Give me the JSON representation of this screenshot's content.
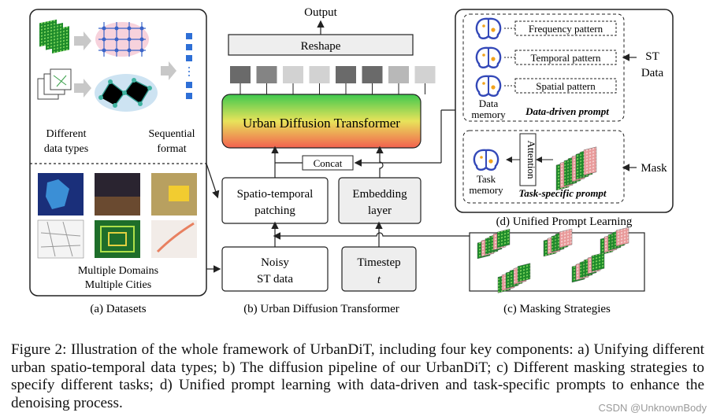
{
  "panels": {
    "a": {
      "label": "(a) Datasets",
      "different_data_types": [
        "Different",
        "data types"
      ],
      "sequential_format": [
        "Sequential",
        "format"
      ],
      "multiple": [
        "Multiple Domains",
        "Multiple Cities"
      ]
    },
    "b": {
      "label": "(b) Urban Diffusion Transformer",
      "output": "Output",
      "reshape": "Reshape",
      "transformer": "Urban Diffusion Transformer",
      "concat": "Concat",
      "patching": [
        "Spatio-temporal",
        "patching"
      ],
      "embedding": [
        "Embedding",
        "layer"
      ],
      "noisy": [
        "Noisy",
        "ST data"
      ],
      "timestep": [
        "Timestep",
        "t"
      ]
    },
    "c": {
      "label": "(c) Masking Strategies"
    },
    "d": {
      "label": "(d) Unified Prompt Learning",
      "patterns": [
        "Frequency pattern",
        "Temporal pattern",
        "Spatial pattern"
      ],
      "data_memory": [
        "Data",
        "memory"
      ],
      "data_driven_prompt": "Data-driven prompt",
      "st_data": [
        "ST",
        "Data"
      ],
      "attention": "Attention",
      "task_memory": [
        "Task",
        "memory"
      ],
      "task_specific_prompt": "Task-specific prompt",
      "mask": "Mask"
    }
  },
  "caption": "Figure 2: Illustration of the whole framework of UrbanDiT, including four key components: a) Unifying different urban spatio-temporal data types; b) The diffusion pipeline of our UrbanDiT; c) Different masking strategies to specify different tasks; d) Unified prompt learning with data-driven and task-specific prompts to enhance the denoising process.",
  "watermark": "CSDN @UnknownBody",
  "colors": {
    "transformer_top": "#3ec84e",
    "transformer_mid": "#e8e35a",
    "transformer_bottom": "#f2614f",
    "brain": "#3348b8",
    "brain_accent": "#f2a31c",
    "cube": "#2e6fd6",
    "token_grays": [
      "#6a6a6a",
      "#848484",
      "#d2d2d2",
      "#d2d2d2",
      "#6a6a6a",
      "#6a6a6a",
      "#b8b8b8",
      "#d2d2d2"
    ]
  }
}
